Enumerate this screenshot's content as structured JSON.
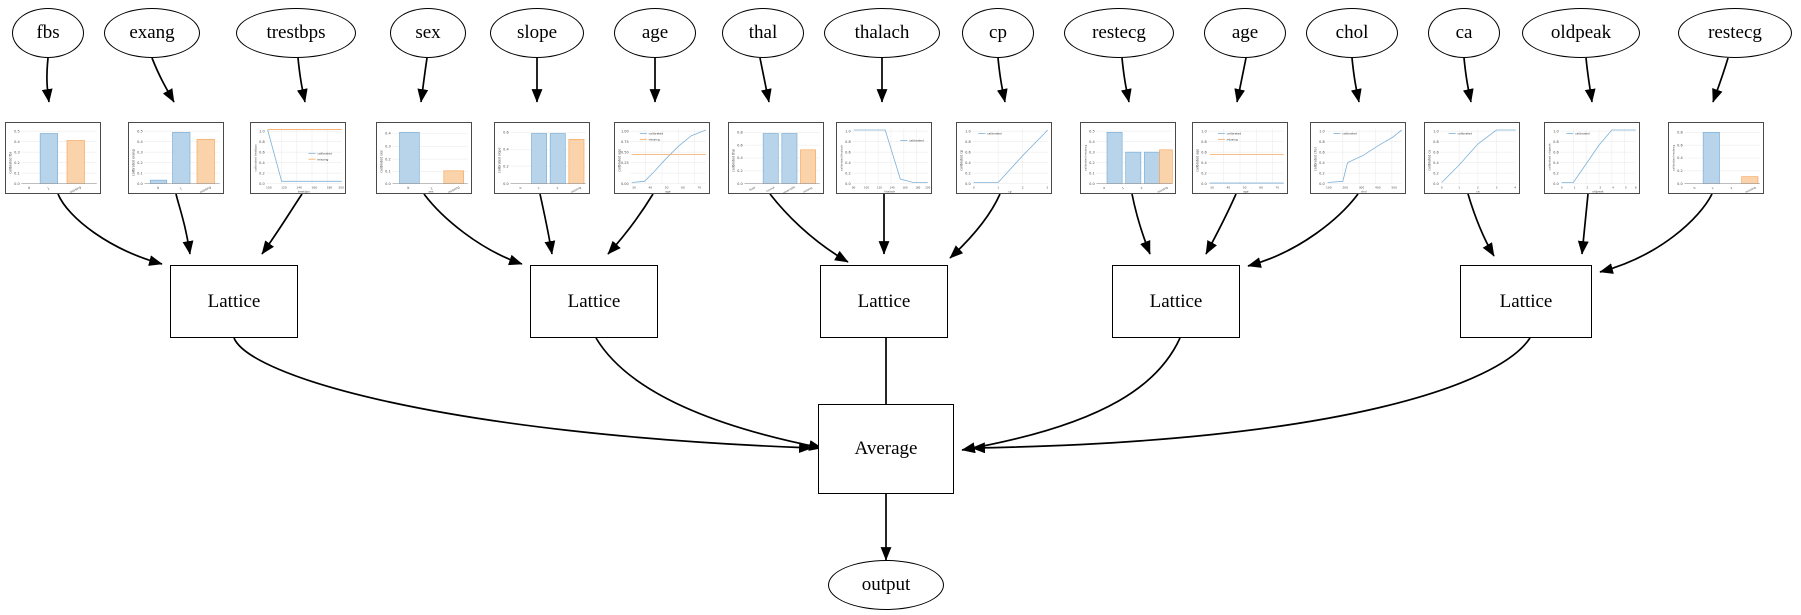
{
  "diagram": {
    "type": "calibrated-lattice-ensemble-graph",
    "output_node": {
      "label": "output"
    },
    "average_node": {
      "label": "Average"
    },
    "lattice_label": "Lattice",
    "lattice_nodes": [
      {
        "id": "lattice-1",
        "label": "Lattice"
      },
      {
        "id": "lattice-2",
        "label": "Lattice"
      },
      {
        "id": "lattice-3",
        "label": "Lattice"
      },
      {
        "id": "lattice-4",
        "label": "Lattice"
      },
      {
        "id": "lattice-5",
        "label": "Lattice"
      }
    ],
    "features": [
      {
        "id": "f0",
        "label": "fbs",
        "lattice": 1
      },
      {
        "id": "f1",
        "label": "exang",
        "lattice": 1
      },
      {
        "id": "f2",
        "label": "trestbps",
        "lattice": 1
      },
      {
        "id": "f3",
        "label": "sex",
        "lattice": 2
      },
      {
        "id": "f4",
        "label": "slope",
        "lattice": 2
      },
      {
        "id": "f5",
        "label": "age",
        "lattice": 2
      },
      {
        "id": "f6",
        "label": "thal",
        "lattice": 3
      },
      {
        "id": "f7",
        "label": "thalach",
        "lattice": 3
      },
      {
        "id": "f8",
        "label": "cp",
        "lattice": 3
      },
      {
        "id": "f9",
        "label": "restecg",
        "lattice": 4
      },
      {
        "id": "f10",
        "label": "age",
        "lattice": 4
      },
      {
        "id": "f11",
        "label": "chol",
        "lattice": 4
      },
      {
        "id": "f12",
        "label": "ca",
        "lattice": 5
      },
      {
        "id": "f13",
        "label": "oldpeak",
        "lattice": 5
      },
      {
        "id": "f14",
        "label": "restecg",
        "lattice": 5
      }
    ]
  },
  "colors": {
    "calibrated": "#7fb2d8",
    "calibrated_fill": "#b8d4ea",
    "missing": "#f5a963",
    "missing_fill": "#fbd3ab",
    "node_stroke": "#000000",
    "plot_border": "#4a4a4a",
    "grid": "#e8e8e8",
    "background": "#ffffff"
  },
  "legend": {
    "calibrated": "calibrated",
    "missing": "missing"
  },
  "chart_data": [
    {
      "id": "plot-fbs",
      "type": "bar",
      "feature": "fbs",
      "xlabel": "fbs",
      "ylabel": "calibrated fbs",
      "categories": [
        "0",
        "1",
        "missing"
      ],
      "yticks": [
        "0.0",
        "0.1",
        "0.2",
        "0.3",
        "0.4",
        "0.5"
      ],
      "series": [
        {
          "name": "calibrated",
          "values": [
            0.0,
            0.47,
            null
          ]
        },
        {
          "name": "missing",
          "values": [
            null,
            null,
            0.4
          ]
        }
      ],
      "ylim": [
        0,
        0.55
      ],
      "legend": "none",
      "grid": true
    },
    {
      "id": "plot-exang",
      "type": "bar",
      "feature": "exang",
      "xlabel": "exang",
      "ylabel": "calibrated exang",
      "categories": [
        "0",
        "1",
        "missing"
      ],
      "yticks": [
        "0.0",
        "0.1",
        "0.2",
        "0.3",
        "0.4",
        "0.5"
      ],
      "series": [
        {
          "name": "calibrated",
          "values": [
            0.03,
            0.48,
            null
          ]
        },
        {
          "name": "missing",
          "values": [
            null,
            null,
            0.42
          ]
        }
      ],
      "ylim": [
        0,
        0.55
      ],
      "legend": "none",
      "grid": true
    },
    {
      "id": "plot-trestbps",
      "type": "line",
      "feature": "trestbps",
      "xlabel": "trestbps",
      "ylabel": "calibrated trestbps",
      "xticks": [
        "100",
        "120",
        "140",
        "160",
        "180",
        "200"
      ],
      "yticks": [
        "0.0",
        "0.2",
        "0.4",
        "0.6",
        "0.8",
        "1.0"
      ],
      "series": [
        {
          "name": "calibrated",
          "x": [
            94,
            120,
            140,
            160,
            180,
            200
          ],
          "y": [
            0.92,
            0.04,
            0.04,
            0.04,
            0.04,
            0.04
          ]
        },
        {
          "name": "missing",
          "x": [
            94,
            200
          ],
          "y": [
            1.0,
            1.0
          ]
        }
      ],
      "ylim": [
        0,
        1.05
      ],
      "legend": "right",
      "grid": true
    },
    {
      "id": "plot-sex",
      "type": "bar",
      "feature": "sex",
      "xlabel": "sex",
      "ylabel": "calibrated sex",
      "categories": [
        "0",
        "1",
        "missing"
      ],
      "yticks": [
        "0.0",
        "0.1",
        "0.2",
        "0.3",
        "0.4"
      ],
      "series": [
        {
          "name": "calibrated",
          "values": [
            0.42,
            0.0,
            null
          ]
        },
        {
          "name": "missing",
          "values": [
            null,
            null,
            0.1
          ]
        }
      ],
      "ylim": [
        0,
        0.48
      ],
      "legend": "none",
      "grid": true
    },
    {
      "id": "plot-slope",
      "type": "bar",
      "feature": "slope",
      "xlabel": "slope",
      "ylabel": "calibrated slope",
      "categories": [
        "0",
        "1",
        "2",
        "missing"
      ],
      "yticks": [
        "0.0",
        "0.2",
        "0.4",
        "0.6"
      ],
      "series": [
        {
          "name": "calibrated",
          "values": [
            0.0,
            0.55,
            0.55,
            null
          ]
        },
        {
          "name": "missing",
          "values": [
            null,
            null,
            null,
            0.5
          ]
        }
      ],
      "ylim": [
        0,
        0.62
      ],
      "legend": "none",
      "grid": true
    },
    {
      "id": "plot-age-1",
      "type": "line",
      "feature": "age",
      "xlabel": "age",
      "ylabel": "calibrated age",
      "xticks": [
        "30",
        "40",
        "50",
        "60",
        "70"
      ],
      "yticks": [
        "0.0",
        "0.2",
        "0.4",
        "0.6",
        "0.8",
        "1.0"
      ],
      "series": [
        {
          "name": "calibrated",
          "x": [
            29,
            40,
            50,
            60,
            70,
            77
          ],
          "y": [
            0.02,
            0.1,
            0.45,
            0.78,
            0.95,
            1.0
          ]
        },
        {
          "name": "missing",
          "x": [
            29,
            77
          ],
          "y": [
            0.5,
            0.5
          ]
        }
      ],
      "ylim": [
        0,
        1.05
      ],
      "legend": "upper-left",
      "grid": true
    },
    {
      "id": "plot-thal",
      "type": "bar",
      "feature": "thal",
      "xlabel": "thal",
      "ylabel": "calibrated thal",
      "categories": [
        "fixed",
        "normal",
        "reversible",
        "missing"
      ],
      "yticks": [
        "0.0",
        "0.2",
        "0.4",
        "0.6",
        "0.8"
      ],
      "series": [
        {
          "name": "calibrated",
          "values": [
            0.78,
            0.78,
            null,
            null
          ]
        },
        {
          "name": "missing",
          "values": [
            null,
            null,
            null,
            0.55
          ]
        }
      ],
      "ylim": [
        0,
        0.88
      ],
      "legend": "none",
      "grid": true
    },
    {
      "id": "plot-thalach",
      "type": "line",
      "feature": "thalach",
      "xlabel": "thalach",
      "ylabel": "calibrated thalach",
      "xticks": [
        "80",
        "100",
        "120",
        "140",
        "160",
        "180",
        "200"
      ],
      "yticks": [
        "0.0",
        "0.2",
        "0.4",
        "0.6",
        "0.8",
        "1.0"
      ],
      "series": [
        {
          "name": "calibrated",
          "x": [
            71,
            120,
            150,
            170,
            202
          ],
          "y": [
            1.0,
            1.0,
            0.1,
            0.02,
            0.02
          ]
        }
      ],
      "ylim": [
        0,
        1.05
      ],
      "legend": "right",
      "grid": true
    },
    {
      "id": "plot-cp",
      "type": "line",
      "feature": "cp",
      "xlabel": "cp",
      "ylabel": "calibrated cp",
      "xticks": [
        "0",
        "1",
        "2",
        "3"
      ],
      "yticks": [
        "0.0",
        "0.2",
        "0.4",
        "0.6",
        "0.8",
        "1.0"
      ],
      "series": [
        {
          "name": "calibrated",
          "x": [
            0,
            1,
            2,
            3
          ],
          "y": [
            0.0,
            0.0,
            0.55,
            1.0
          ]
        }
      ],
      "ylim": [
        0,
        1.05
      ],
      "legend": "upper-left",
      "grid": true
    },
    {
      "id": "plot-restecg-1",
      "type": "bar",
      "feature": "restecg",
      "xlabel": "restecg",
      "ylabel": "calibrated restecg",
      "categories": [
        "0",
        "1",
        "2",
        "missing"
      ],
      "yticks": [
        "0.0",
        "0.1",
        "0.2",
        "0.3",
        "0.4",
        "0.5"
      ],
      "series": [
        {
          "name": "calibrated",
          "values": [
            0.5,
            0.3,
            0.3,
            null
          ]
        },
        {
          "name": "missing",
          "values": [
            null,
            null,
            null,
            0.32
          ]
        }
      ],
      "ylim": [
        0,
        0.58
      ],
      "legend": "none",
      "grid": true
    },
    {
      "id": "plot-age-2",
      "type": "line",
      "feature": "age",
      "xlabel": "age",
      "ylabel": "calibrated age",
      "xticks": [
        "30",
        "40",
        "50",
        "60",
        "70"
      ],
      "yticks": [
        "0.0",
        "0.2",
        "0.4",
        "0.6",
        "0.8",
        "1.0"
      ],
      "series": [
        {
          "name": "calibrated",
          "x": [
            29,
            77
          ],
          "y": [
            0.0,
            0.0
          ]
        },
        {
          "name": "missing",
          "x": [
            29,
            77
          ],
          "y": [
            0.5,
            0.5
          ]
        }
      ],
      "ylim": [
        0,
        1.05
      ],
      "legend": "upper-left",
      "grid": true
    },
    {
      "id": "plot-chol",
      "type": "line",
      "feature": "chol",
      "xlabel": "chol",
      "ylabel": "calibrated chol",
      "xticks": [
        "100",
        "200",
        "300",
        "400",
        "500"
      ],
      "yticks": [
        "0.0",
        "0.2",
        "0.4",
        "0.6",
        "0.8",
        "1.0"
      ],
      "series": [
        {
          "name": "calibrated",
          "x": [
            126,
            200,
            240,
            300,
            400,
            564
          ],
          "y": [
            0.02,
            0.05,
            0.38,
            0.55,
            0.8,
            1.0
          ]
        }
      ],
      "ylim": [
        0,
        1.05
      ],
      "legend": "upper-left",
      "grid": true
    },
    {
      "id": "plot-ca",
      "type": "line",
      "feature": "ca",
      "xlabel": "ca",
      "ylabel": "calibrated ca",
      "xticks": [
        "0",
        "1",
        "2",
        "3",
        "4"
      ],
      "yticks": [
        "0.0",
        "0.2",
        "0.4",
        "0.6",
        "0.8",
        "1.0"
      ],
      "series": [
        {
          "name": "calibrated",
          "x": [
            0,
            1,
            2,
            3,
            4
          ],
          "y": [
            0.0,
            0.35,
            0.75,
            1.0,
            1.0
          ]
        }
      ],
      "ylim": [
        0,
        1.05
      ],
      "legend": "upper-left",
      "grid": true
    },
    {
      "id": "plot-oldpeak",
      "type": "line",
      "feature": "oldpeak",
      "xlabel": "oldpeak",
      "ylabel": "calibrated oldpeak",
      "xticks": [
        "0",
        "1",
        "2",
        "3",
        "4",
        "5",
        "6"
      ],
      "yticks": [
        "0.0",
        "0.2",
        "0.4",
        "0.6",
        "0.8",
        "1.0"
      ],
      "series": [
        {
          "name": "calibrated",
          "x": [
            0,
            1,
            2,
            3,
            4,
            6.2
          ],
          "y": [
            0.0,
            0.0,
            0.35,
            0.72,
            1.0,
            1.0
          ]
        }
      ],
      "ylim": [
        0,
        1.05
      ],
      "legend": "upper-left",
      "grid": true
    },
    {
      "id": "plot-restecg-2",
      "type": "bar",
      "feature": "restecg",
      "xlabel": "restecg",
      "ylabel": "calibrated restecg",
      "categories": [
        "0",
        "1",
        "2",
        "missing"
      ],
      "yticks": [
        "0.0",
        "0.2",
        "0.4",
        "0.6",
        "0.8"
      ],
      "series": [
        {
          "name": "calibrated",
          "values": [
            0.0,
            0.8,
            0.0,
            null
          ]
        },
        {
          "name": "missing",
          "values": [
            null,
            null,
            null,
            0.08
          ]
        }
      ],
      "ylim": [
        0,
        0.9
      ],
      "legend": "none",
      "grid": true
    }
  ]
}
